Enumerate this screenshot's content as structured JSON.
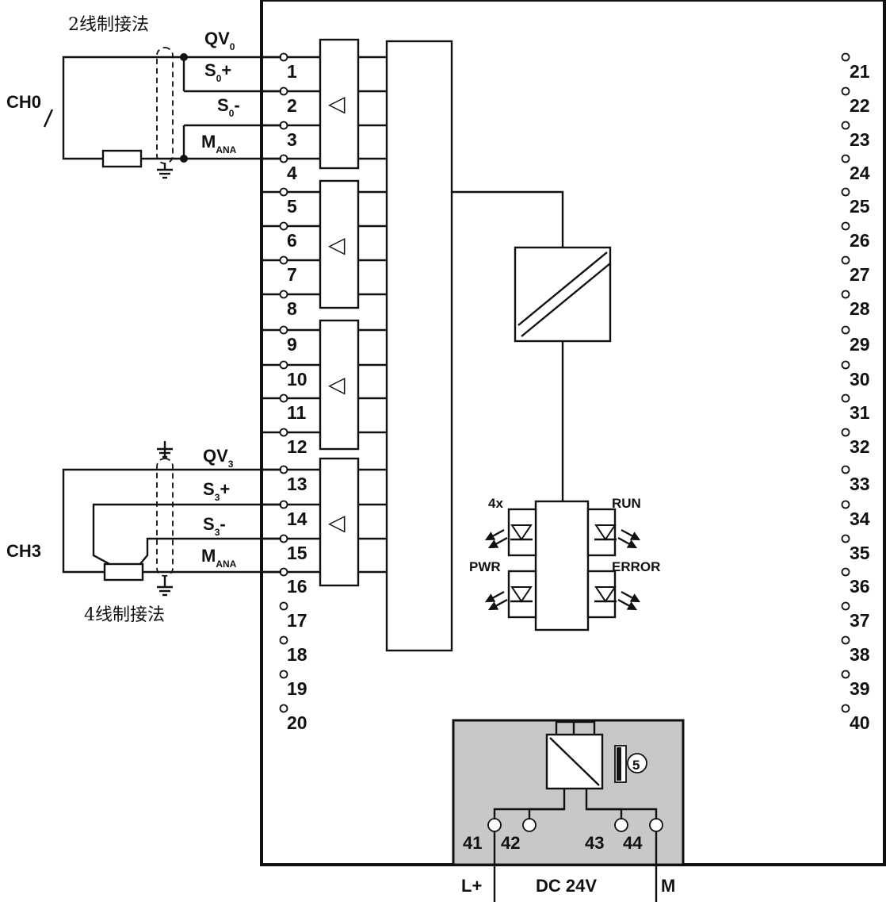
{
  "channels": {
    "ch0": "CH0",
    "ch3": "CH3"
  },
  "wiring_notes": {
    "two_wire": "2线制接法",
    "four_wire": "4线制接法"
  },
  "signals": {
    "ch0": {
      "qv": "QV",
      "qv_sub": "0",
      "s_plus": "S",
      "s_plus_sub": "0",
      "s_plus_suffix": "+",
      "s_minus": "S",
      "s_minus_sub": "0",
      "s_minus_suffix": "-",
      "m": "M",
      "m_sub": "ANA"
    },
    "ch3": {
      "qv": "QV",
      "qv_sub": "3",
      "s_plus": "S",
      "s_plus_sub": "3",
      "s_plus_suffix": "+",
      "s_minus": "S",
      "s_minus_sub": "3",
      "s_minus_suffix": "-",
      "m": "M",
      "m_sub": "ANA"
    }
  },
  "terminals_left": [
    "1",
    "2",
    "3",
    "4",
    "5",
    "6",
    "7",
    "8",
    "9",
    "10",
    "11",
    "12",
    "13",
    "14",
    "15",
    "16",
    "17",
    "18",
    "19",
    "20"
  ],
  "terminals_right": [
    "21",
    "22",
    "23",
    "24",
    "25",
    "26",
    "27",
    "28",
    "29",
    "30",
    "31",
    "32",
    "33",
    "34",
    "35",
    "36",
    "37",
    "38",
    "39",
    "40"
  ],
  "amplifier_symbol": "◁",
  "leds": {
    "count": "4x",
    "pwr": "PWR",
    "run": "RUN",
    "error": "ERROR"
  },
  "power_supply": {
    "terminals": [
      "41",
      "42",
      "43",
      "44"
    ],
    "l_plus": "L+",
    "dc": "DC 24V",
    "m": "M",
    "fuse_label": "5"
  }
}
